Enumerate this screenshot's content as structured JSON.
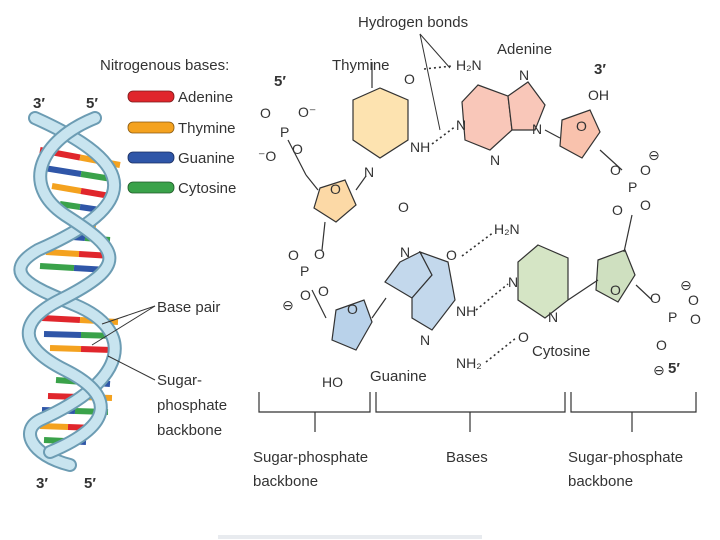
{
  "legend": {
    "title": "Nitrogenous bases:",
    "items": [
      {
        "label": "Adenine",
        "color": "#e0262c"
      },
      {
        "label": "Thymine",
        "color": "#f4a21f"
      },
      {
        "label": "Guanine",
        "color": "#2f56a8"
      },
      {
        "label": "Cytosine",
        "color": "#3aa24a"
      }
    ]
  },
  "helix": {
    "top_left": "3′",
    "top_right": "5′",
    "bottom_left": "3′",
    "bottom_right": "5′",
    "base_pair_label": "Base pair",
    "backbone_label_lines": [
      "Sugar-",
      "phosphate",
      "backbone"
    ],
    "strand_color": "#b9dbe8"
  },
  "structure": {
    "hydrogen_bonds": "Hydrogen bonds",
    "thymine": "Thymine",
    "adenine": "Adenine",
    "guanine": "Guanine",
    "cytosine": "Cytosine",
    "left_top_end": "5′",
    "right_top_end": "3′",
    "right_bottom_end": "5′",
    "colors": {
      "thymine": "#fde3b0",
      "adenine": "#f9c7b9",
      "guanine": "#c3d8ec",
      "cytosine": "#d5e5c5",
      "sugar_top_left": "#fcd9a6",
      "sugar_top_right": "#f9c2ad",
      "sugar_bottom_left": "#b9d2ea",
      "sugar_bottom_right": "#cfe0c0"
    }
  },
  "brackets": {
    "left": [
      "Sugar-phosphate",
      "backbone"
    ],
    "middle": "Bases",
    "right": [
      "Sugar-phosphate",
      "backbone"
    ]
  }
}
